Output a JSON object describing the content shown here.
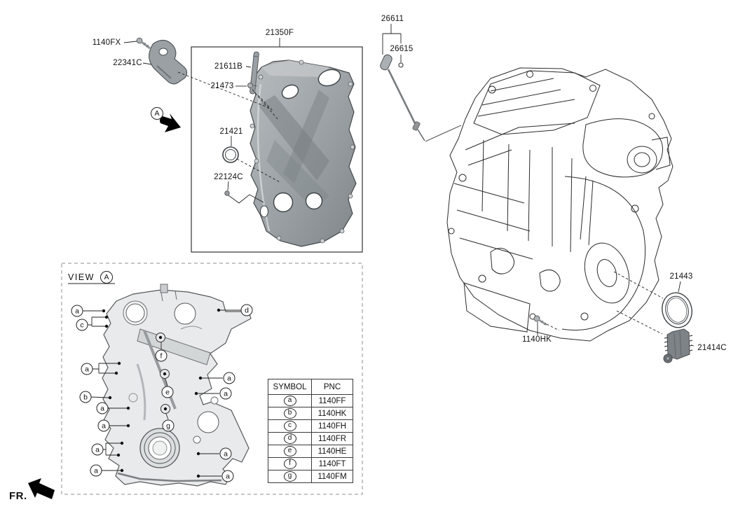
{
  "parts": {
    "fx1140": "1140FX",
    "c22341": "22341C",
    "f21350": "21350F",
    "b21611": "21611B",
    "n21473": "21473",
    "n21421": "21421",
    "c22124": "22124C",
    "n26611": "26611",
    "n26615": "26615",
    "n21443": "21443",
    "hk1140": "1140HK",
    "c21414": "21414C"
  },
  "detail_marker": {
    "letter": "A"
  },
  "fr_indicator": {
    "label": "FR."
  },
  "view_section": {
    "title": "VIEW",
    "marker": "A",
    "callouts": [
      {
        "letter": "a"
      },
      {
        "letter": "c"
      },
      {
        "letter": "d"
      },
      {
        "letter": "f"
      },
      {
        "letter": "a"
      },
      {
        "letter": "a"
      },
      {
        "letter": "e"
      },
      {
        "letter": "a"
      },
      {
        "letter": "b"
      },
      {
        "letter": "a"
      },
      {
        "letter": "a"
      },
      {
        "letter": "g"
      },
      {
        "letter": "a"
      },
      {
        "letter": "a"
      },
      {
        "letter": "a"
      },
      {
        "letter": "a"
      }
    ]
  },
  "symbol_table": {
    "headers": [
      "SYMBOL",
      "PNC"
    ],
    "rows": [
      {
        "symbol": "a",
        "pnc": "1140FF"
      },
      {
        "symbol": "b",
        "pnc": "1140HK"
      },
      {
        "symbol": "c",
        "pnc": "1140FH"
      },
      {
        "symbol": "d",
        "pnc": "1140FR"
      },
      {
        "symbol": "e",
        "pnc": "1140HE"
      },
      {
        "symbol": "f",
        "pnc": "1140FT"
      },
      {
        "symbol": "g",
        "pnc": "1140FM"
      }
    ]
  },
  "colors": {
    "line": "#2b2b2b",
    "cover_gray": "#9aa0a4",
    "cover_gray_dark": "#70767a",
    "view_cover_fill": "#e8eaeb",
    "sensor_gray": "#7d8387",
    "background": "#ffffff"
  }
}
